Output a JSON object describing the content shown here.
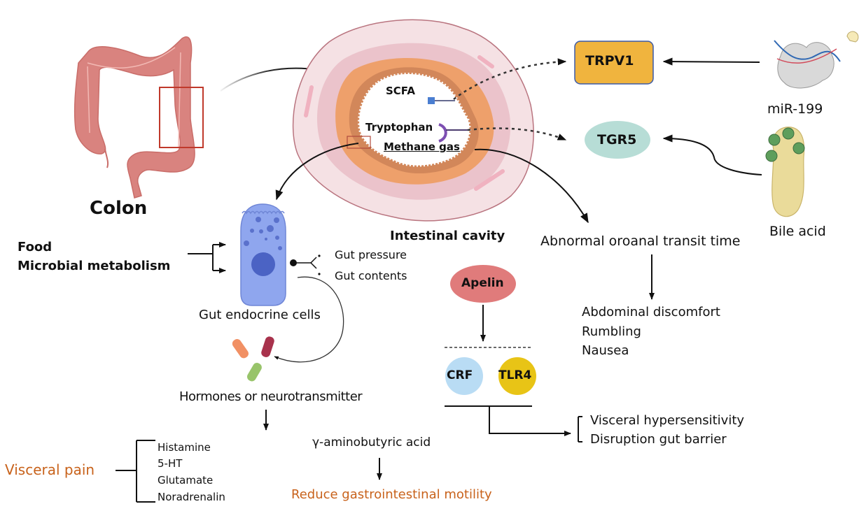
{
  "title": "Gut microbial metabolites and visceral pain / motility pathways",
  "colors": {
    "colon": "#d9837f",
    "colon_box": "#c0392b",
    "trpv1_fill": "#f0b43e",
    "trpv1_border": "#3b5aa8",
    "tgr5_fill": "#b7ddd6",
    "apelin_fill": "#e07b7b",
    "crf_fill": "#b9dcf4",
    "tlr4_fill": "#e8c416",
    "cell_fill": "#8fa6ee",
    "cell_nucleus": "#4b63c4",
    "accent_orange": "#c8621b",
    "lumen_orange": "#eea06b",
    "lumen_brown": "#d2875a",
    "outer_pink": "#f5e1e4"
  },
  "colon": {
    "label": "Colon"
  },
  "intestinal_cavity": {
    "label": "Intestinal cavity",
    "metabolites": [
      "SCFA",
      "Tryptophan",
      "Methane gas"
    ]
  },
  "receptors": {
    "trpv1": "TRPV1",
    "tgr5": "TGR5"
  },
  "regulators": {
    "mir199": "miR-199",
    "bile_acid": "Bile acid"
  },
  "endocrine": {
    "inputs": [
      "Food",
      "Microbial metabolism"
    ],
    "stimuli": [
      "Gut pressure",
      "Gut contents"
    ],
    "cell_label": "Gut endocrine cells",
    "output_label": "Hormones or neurotransmitter"
  },
  "visceral_pain": {
    "label": "Visceral pain",
    "mediators": [
      "Histamine",
      "5-HT",
      "Glutamate",
      "Noradrenalin"
    ]
  },
  "gaba": {
    "label": "γ-aminobutyric acid",
    "effect": "Reduce gastrointestinal motility"
  },
  "transit": {
    "label": "Abnormal oroanal transit time",
    "symptoms": [
      "Abdominal discomfort",
      "Rumbling",
      "Nausea"
    ]
  },
  "apelin": {
    "label": "Apelin",
    "targets": [
      "CRF",
      "TLR4"
    ],
    "effects": [
      "Visceral hypersensitivity",
      "Disruption gut barrier"
    ]
  }
}
